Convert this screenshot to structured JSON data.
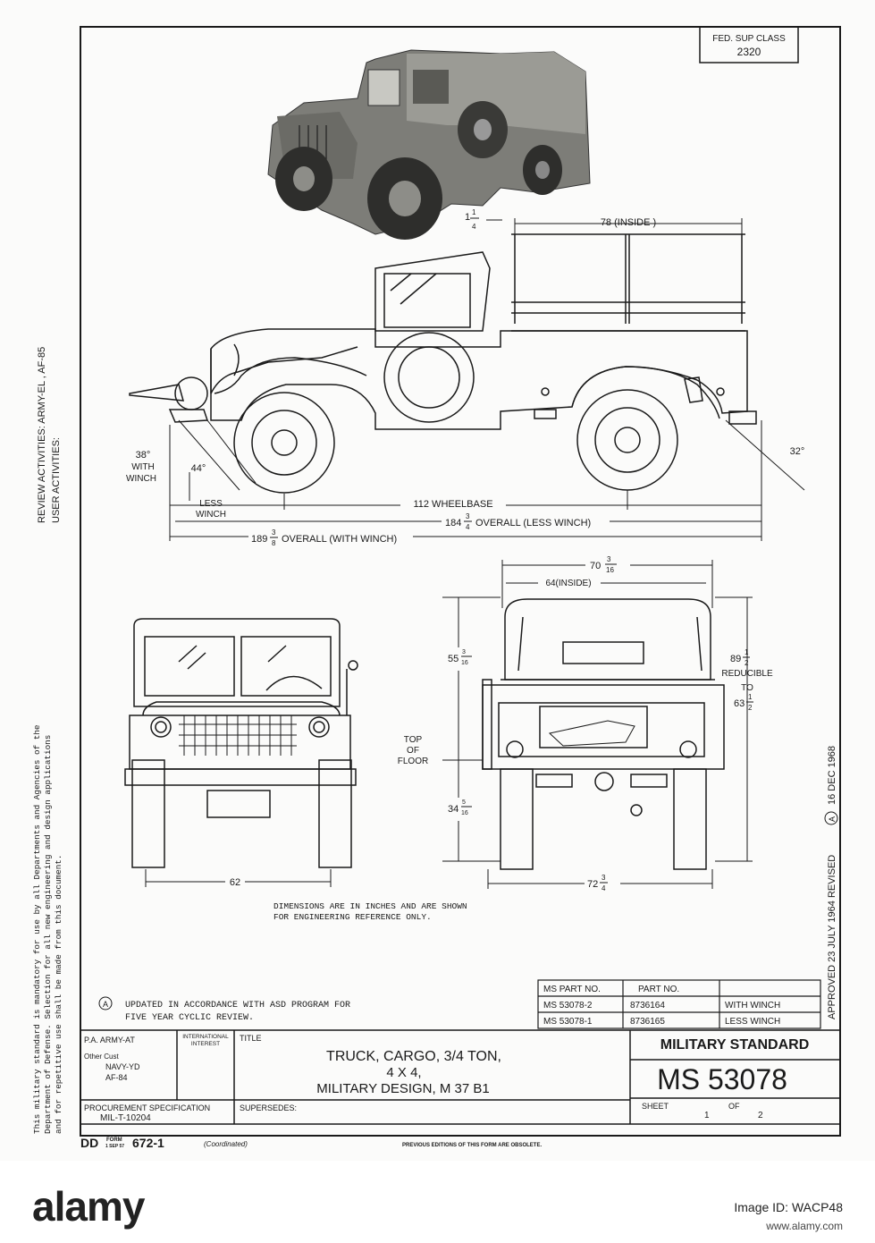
{
  "document": {
    "fed_sup_class_label": "FED. SUP CLASS",
    "fed_sup_class_value": "2320",
    "side_review": "REVIEW ACTIVITIES: ARMY-EL , AF-85",
    "side_user": "USER ACTIVITIES:",
    "mandatory_line1": "This military standard is mandatory for use by all Departments and Agencies of the",
    "mandatory_line2": "Department of Defense.  Selection for all new engineering and design applications",
    "mandatory_line3": "and for repetitive use shall be made from this document.",
    "approved_text": "APPROVED  23  JULY 1964   REVISED",
    "revised_marker": "A",
    "revised_date": "16 DEC 1968"
  },
  "dimensions": {
    "inside_78": "78 (INSIDE )",
    "d_1_whole": "1",
    "d_1_num": "1",
    "d_1_den": "4",
    "angle_38": "38°",
    "with_winch": "WITH",
    "winch": "WINCH",
    "angle_44": "44°",
    "less": "LESS",
    "less_winch": "WINCH",
    "angle_32": "32°",
    "wheelbase": "112 WHEELBASE",
    "overall_less_whole": "184",
    "overall_less_num": "3",
    "overall_less_den": "4",
    "overall_less_text": "OVERALL (LESS WINCH)",
    "overall_with_whole": "189",
    "overall_with_num": "3",
    "overall_with_den": "8",
    "overall_with_text": "OVERALL (WITH WINCH)",
    "width_70_whole": "70",
    "width_70_num": "3",
    "width_70_den": "16",
    "inside_64": "64(INSIDE)",
    "height_89_whole": "89",
    "height_89_num": "1",
    "height_89_den": "2",
    "reducible": "REDUCIBLE",
    "to": "TO",
    "height_63_whole": "63",
    "height_63_num": "1",
    "height_63_den": "2",
    "h_55_whole": "55",
    "h_55_num": "3",
    "h_55_den": "16",
    "top_of_floor_1": "TOP",
    "top_of_floor_2": "OF",
    "top_of_floor_3": "FLOOR",
    "h_34_whole": "34",
    "h_34_num": "5",
    "h_34_den": "16",
    "track_62": "62",
    "track_72_whole": "72",
    "track_72_num": "3",
    "track_72_den": "4",
    "note_line1": "DIMENSIONS ARE IN INCHES AND ARE SHOWN",
    "note_line2": "FOR ENGINEERING REFERENCE ONLY."
  },
  "updated_note": {
    "marker": "A",
    "line1": "UPDATED IN ACCORDANCE WITH ASD PROGRAM FOR",
    "line2": "FIVE YEAR CYCLIC REVIEW."
  },
  "parts_table": {
    "headers": [
      "MS PART NO.",
      "PART  NO.",
      ""
    ],
    "rows": [
      [
        "MS 53078-2",
        "8736164",
        "WITH  WINCH"
      ],
      [
        "MS 53078-1",
        "8736165",
        "LESS  WINCH"
      ]
    ]
  },
  "title_block": {
    "pa_label": "P.A. ARMY-AT",
    "other_cust_label": "Other Cust",
    "other_cust_1": "NAVY-YD",
    "other_cust_2": "AF-84",
    "intl_label_1": "INTERNATIONAL",
    "intl_label_2": "INTEREST",
    "title_label": "TITLE",
    "title_line1": "TRUCK, CARGO,  3/4  TON,",
    "title_line2": "4 X 4,",
    "title_line3": "MILITARY DESIGN, M 37 B1",
    "standard_label": "MILITARY STANDARD",
    "standard_number": "MS 53078",
    "procurement_label": "PROCUREMENT SPECIFICATION",
    "procurement_value": "MIL-T-10204",
    "supersedes_label": "SUPERSEDES:",
    "sheet_label": "SHEET",
    "sheet_value": "1",
    "of_label": "OF",
    "of_value": "2"
  },
  "form_footer": {
    "form_dd": "DD",
    "form_word": "FORM",
    "form_date": "1 SEP 57",
    "form_number": "672-1",
    "form_coord": "(Coordinated)",
    "obsolete": "PREVIOUS EDITIONS OF THIS FORM ARE OBSOLETE."
  },
  "stock_banner": {
    "logo": "alamy",
    "image_id": "Image ID: WACP48",
    "url": "www.alamy.com"
  },
  "colors": {
    "ink": "#1a1a1a",
    "paper": "#fbfbfa",
    "photo_tone": "#8a8a85"
  }
}
